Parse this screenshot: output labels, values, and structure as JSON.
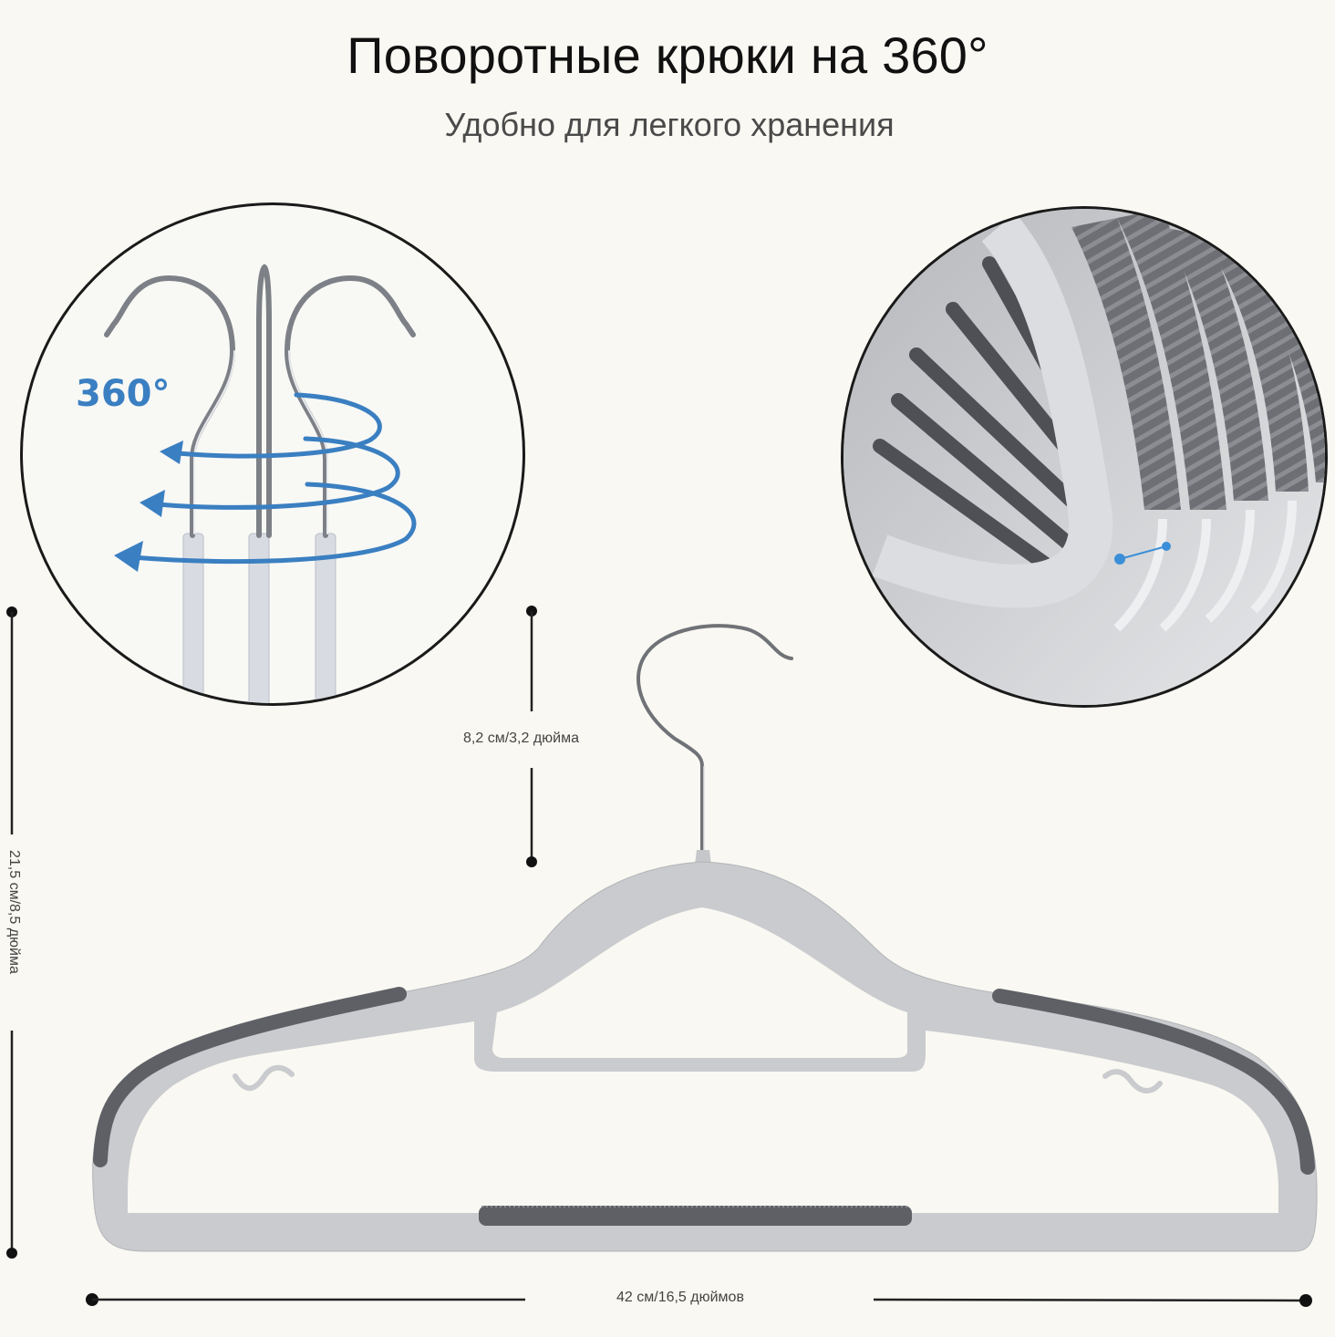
{
  "header": {
    "title": "Поворотные крюки на 360°",
    "subtitle": "Удобно для легкого хранения"
  },
  "left_circle": {
    "badge": "360°",
    "description": "three swivel chrome hooks with blue rotation arrows",
    "accent_color": "#3a7fc1"
  },
  "right_circle": {
    "description": "close-up of stacked hangers with grey non-slip ribbed strips",
    "marker_color": "#3b8fd8"
  },
  "dimensions": {
    "hook_height": "8,2 см/3,2 дюйма",
    "total_height": "21,5 см/8,5 дюйма",
    "width": "42 см/16,5 дюймов"
  },
  "colors": {
    "background": "#f9f8f2",
    "hanger_body": "#c9cbce",
    "non_slip_strip": "#5e6066",
    "chrome": "#8a8d91",
    "dimension_line": "#1a1a1a"
  }
}
